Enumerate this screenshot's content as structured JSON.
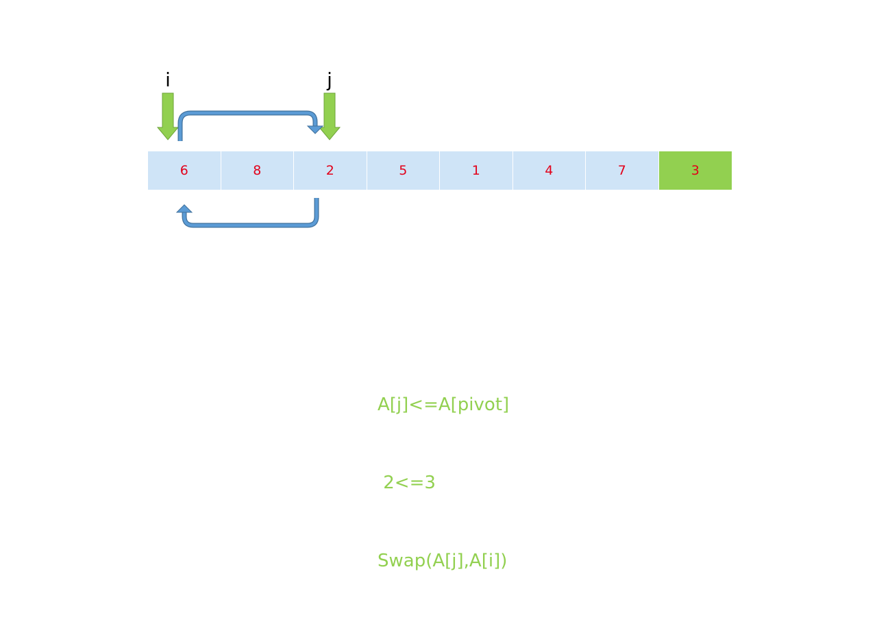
{
  "pointers": {
    "i": "i",
    "j": "j"
  },
  "array": {
    "cells": [
      "6",
      "8",
      "2",
      "5",
      "1",
      "4",
      "7",
      "3"
    ],
    "pivot_index": 7
  },
  "code_lines": [
    "A[j]<=A[pivot]",
    " 2<=3",
    "Swap(A[j],A[i])"
  ],
  "colors": {
    "cell_bg": "#cfe4f7",
    "pivot_bg": "#92d050",
    "value_text": "#e2001a",
    "pointer_arrow": "#92d050",
    "swap_arrow": "#5b9bd5",
    "code_text": "#92d050"
  }
}
